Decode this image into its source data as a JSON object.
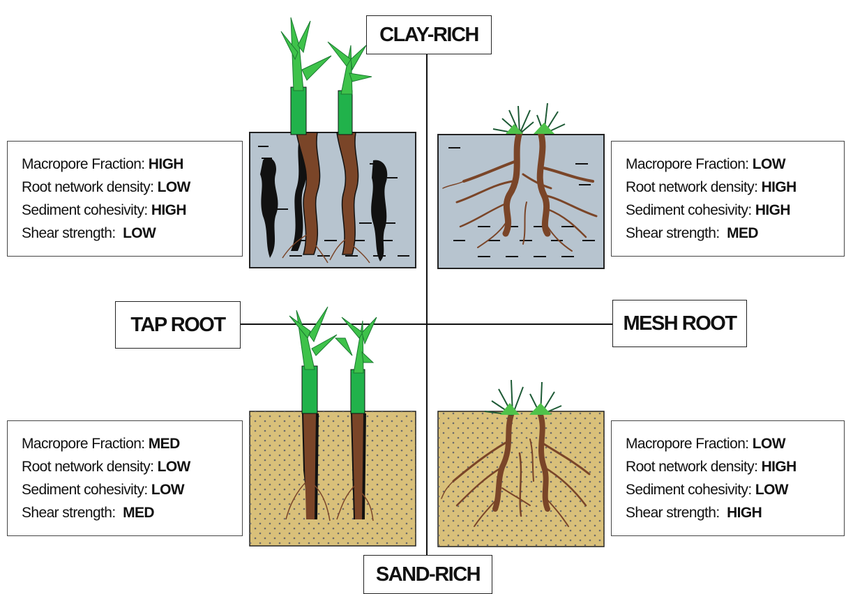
{
  "axes": {
    "top": "CLAY-RICH",
    "bottom": "SAND-RICH",
    "left": "TAP ROOT",
    "right": "MESH ROOT"
  },
  "quadrants": {
    "clay_tap": {
      "lines": [
        {
          "label": "Macropore Fraction:",
          "value": "HIGH"
        },
        {
          "label": "Root network density:",
          "value": "LOW"
        },
        {
          "label": "Sediment cohesivity:",
          "value": "HIGH"
        },
        {
          "label": "Shear strength:",
          "value": "LOW"
        }
      ]
    },
    "clay_mesh": {
      "lines": [
        {
          "label": "Macropore Fraction:",
          "value": "LOW"
        },
        {
          "label": "Root network density:",
          "value": "HIGH"
        },
        {
          "label": "Sediment cohesivity:",
          "value": "HIGH"
        },
        {
          "label": "Shear strength:",
          "value": "MED"
        }
      ]
    },
    "sand_tap": {
      "lines": [
        {
          "label": "Macropore Fraction:",
          "value": "MED"
        },
        {
          "label": "Root network density:",
          "value": "LOW"
        },
        {
          "label": "Sediment cohesivity:",
          "value": "LOW"
        },
        {
          "label": "Shear strength:",
          "value": "MED"
        }
      ]
    },
    "sand_mesh": {
      "lines": [
        {
          "label": "Macropore Fraction:",
          "value": "LOW"
        },
        {
          "label": "Root network density:",
          "value": "HIGH"
        },
        {
          "label": "Sediment cohesivity:",
          "value": "LOW"
        },
        {
          "label": "Shear strength:",
          "value": "HIGH"
        }
      ]
    }
  },
  "colors": {
    "clay": "#b7c4cf",
    "sand": "#d9c07a",
    "root": "#7a4528",
    "root_dark": "#1a1a1a",
    "stem": "#21b24b",
    "leaf": "#4fc24a",
    "grass": "#1d5a35"
  }
}
